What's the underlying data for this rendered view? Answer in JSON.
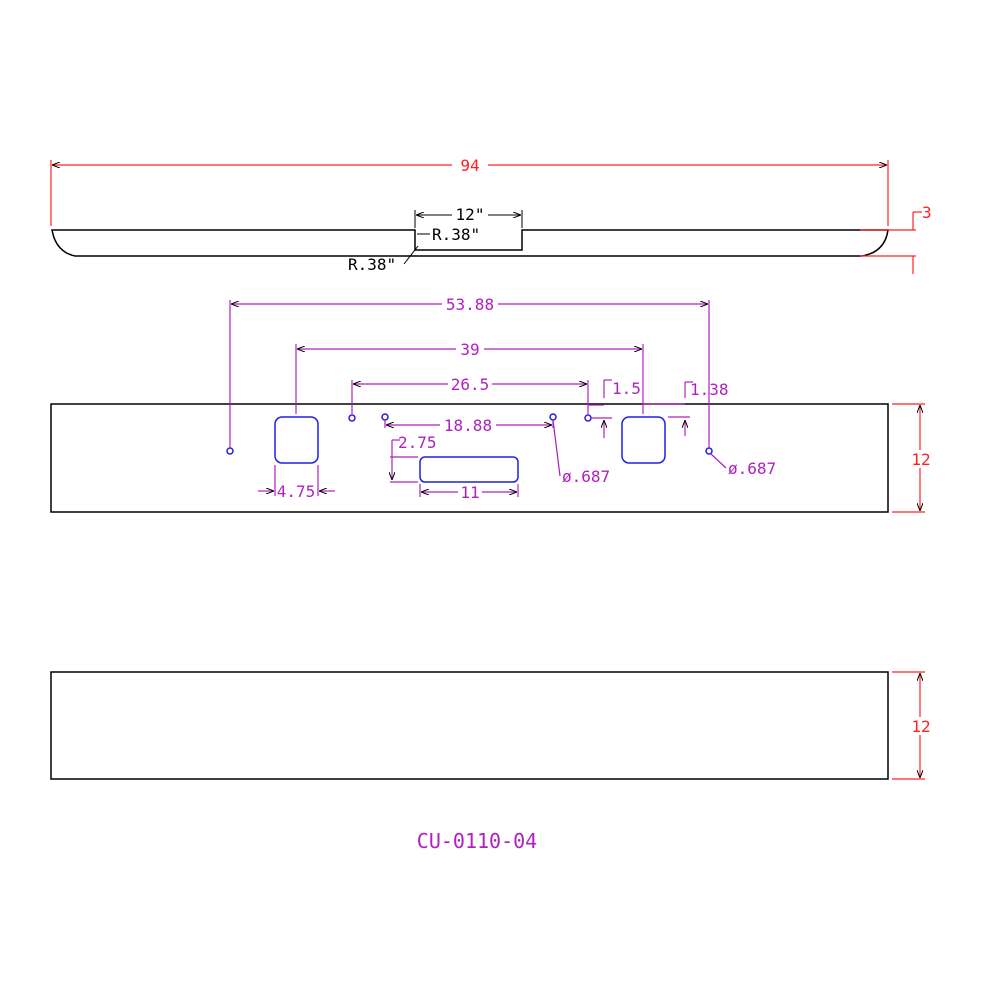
{
  "drawing": {
    "part_number": "CU-0110-04",
    "colors": {
      "outline": "#000000",
      "dimension_red": "#ff2020",
      "dimension_magenta": "#b020c0",
      "hole_blue": "#2020e0"
    },
    "top_view": {
      "overall_length": "94",
      "notch_width": "12\"",
      "notch_radius_inner": "R.38\"",
      "notch_radius_outer": "R.38\"",
      "end_height": "3"
    },
    "front_view": {
      "height": "12",
      "dims": {
        "outer_holes": "53.88",
        "square_cutouts": "39",
        "inner_holes": "26.5",
        "small_holes": "18.88",
        "offset_left": "1.5",
        "offset_right": "1.38",
        "slot_height": "2.75",
        "slot_width": "11",
        "cutout_width": "4.75",
        "hole_dia_1": "ø.687",
        "hole_dia_2": "ø.687"
      }
    },
    "back_view": {
      "height": "12"
    }
  }
}
